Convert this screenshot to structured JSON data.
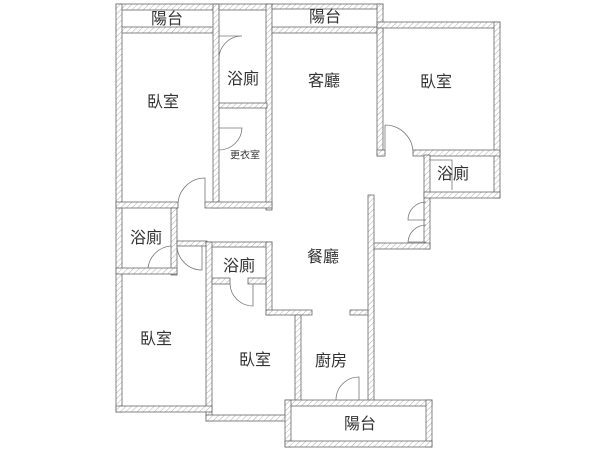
{
  "plan": {
    "rooms": {
      "balcony_top_left": "陽台",
      "balcony_top_right": "陽台",
      "balcony_bottom": "陽台",
      "bedroom_top_left": "臥室",
      "bedroom_top_right": "臥室",
      "bedroom_bottom_left": "臥室",
      "bedroom_bottom_middle": "臥室",
      "bath_top": "浴廁",
      "bath_right": "浴廁",
      "bath_left": "浴廁",
      "bath_middle": "浴廁",
      "closet": "更衣室",
      "living_room": "客廳",
      "dining_room": "餐廳",
      "kitchen": "廚房"
    }
  }
}
